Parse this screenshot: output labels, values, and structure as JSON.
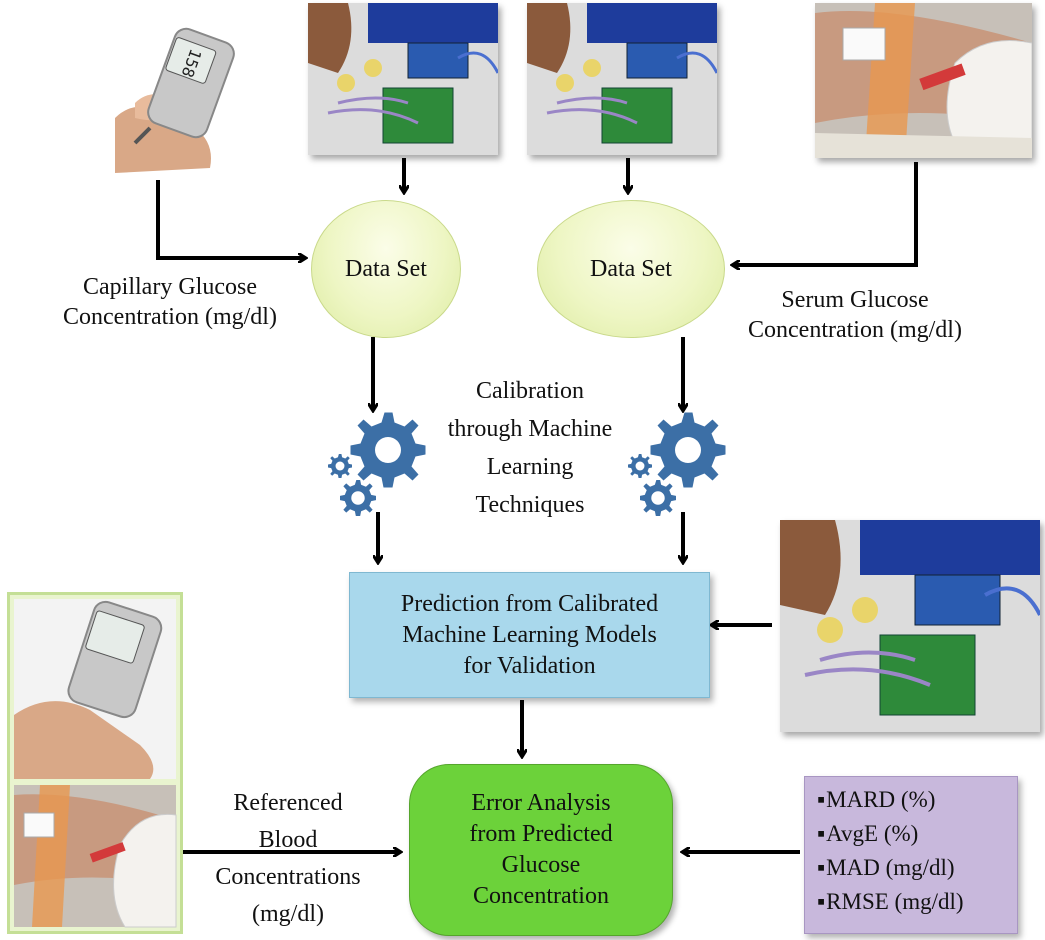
{
  "nodes": {
    "dataset_left": "Data Set",
    "dataset_right": "Data Set",
    "capillary_label": [
      "Capillary Glucose",
      "Concentration (mg/dl)"
    ],
    "serum_label": [
      "Serum Glucose",
      "Concentration (mg/dl)"
    ],
    "calibration_label": [
      "Calibration",
      "through Machine",
      "Learning",
      "Techniques"
    ],
    "prediction_box": [
      "Prediction from Calibrated",
      "Machine Learning Models",
      "for Validation"
    ],
    "error_box": [
      "Error Analysis",
      "from Predicted",
      "Glucose",
      "Concentration"
    ],
    "referenced_label": [
      "Referenced",
      "Blood",
      "Concentrations",
      "(mg/dl)"
    ]
  },
  "metrics": [
    "MARD (%)",
    "AvgE (%)",
    "MAD (mg/dl)",
    "RMSE (mg/dl)"
  ],
  "photos": {
    "glucometer": "glucometer-photo",
    "device": "sensor-device-photo",
    "blood_draw": "blood-draw-photo"
  },
  "meter_reading": "158",
  "colors": {
    "gear": "#3c6fa6",
    "dataset_fill": "#eef6c4",
    "prediction_fill": "#a9d8ec",
    "error_fill": "#6cd23a",
    "metrics_fill": "#c8b8dc",
    "reference_panel": "#e9f4cf"
  }
}
